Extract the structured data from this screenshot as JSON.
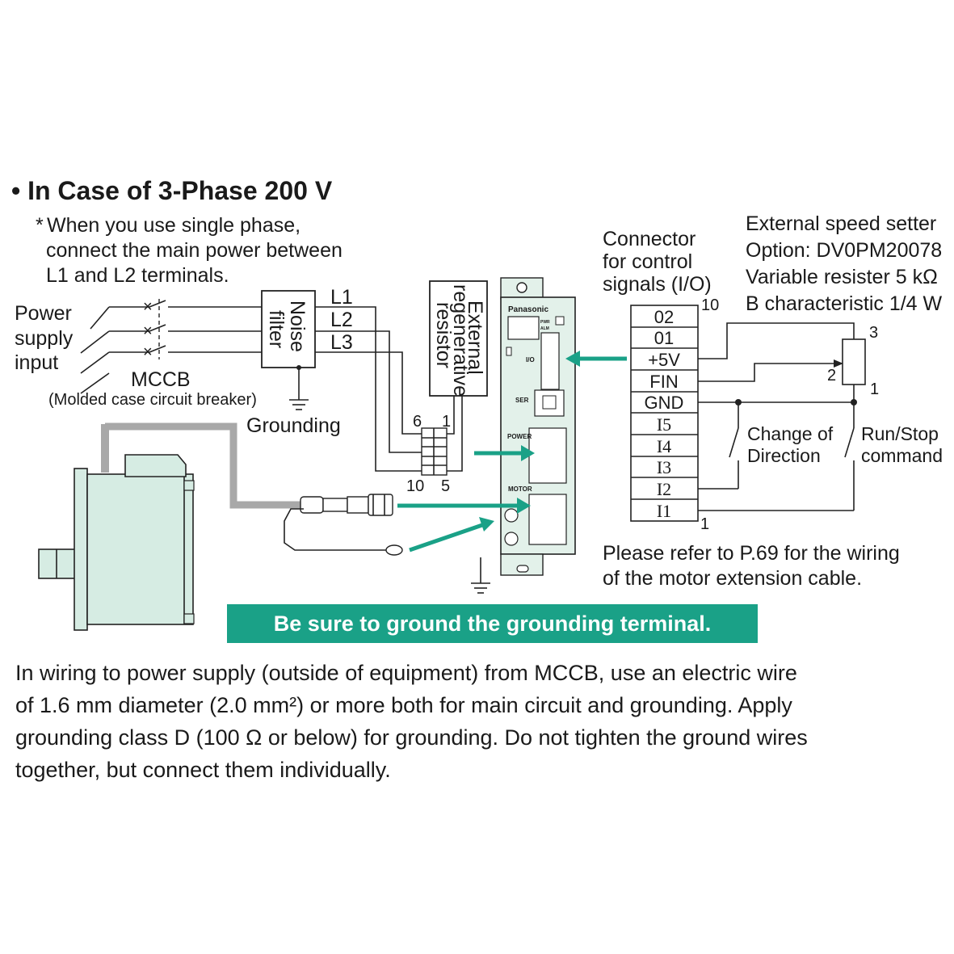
{
  "heading": "• In Case of 3-Phase 200 V",
  "note": {
    "asterisk": "*",
    "line1": "When you use single phase,",
    "line2": "connect the main power between",
    "line3": "L1 and L2 terminals."
  },
  "power_supply": [
    "Power",
    "supply",
    "input"
  ],
  "mccb": {
    "label": "MCCB",
    "description": "(Molded case circuit breaker)"
  },
  "noise_filter": [
    "Noise",
    "filter"
  ],
  "lines": [
    "L1",
    "L2",
    "L3"
  ],
  "grounding_label": "Grounding",
  "resistor": [
    "External",
    "regenerative",
    "resistor"
  ],
  "power_connector_pins": {
    "p6": "6",
    "p1": "1",
    "p10": "10",
    "p5": "5"
  },
  "driver": {
    "brand": "Panasonic",
    "led_pwr": "PWR",
    "led_alm": "ALM",
    "io": "I/O",
    "ser": "SER",
    "power": "POWER",
    "motor": "MOTOR"
  },
  "connector_title": [
    "Connector",
    "for control",
    "signals (I/O)"
  ],
  "connector_pins": [
    "02",
    "01",
    "+5V",
    "FIN",
    "GND",
    "I5",
    "I4",
    "I3",
    "I2",
    "I1"
  ],
  "connector_pin_numbers": {
    "top": "10",
    "bottom": "1"
  },
  "speed_setter": [
    "External speed setter",
    "Option: DV0PM20078",
    "Variable resister 5 kΩ",
    "B characteristic 1/4 W"
  ],
  "pot_pins": {
    "p3": "3",
    "p2": "2",
    "p1": "1"
  },
  "switches": {
    "direction": [
      "Change of",
      "Direction"
    ],
    "runstop": [
      "Run/Stop",
      "command"
    ]
  },
  "refer_note": [
    "Please refer to P.69 for the wiring",
    "of the motor extension cable."
  ],
  "banner": "Be sure to ground the grounding terminal.",
  "paragraph": [
    "In wiring to power supply (outside of equipment) from MCCB, use an electric wire",
    "of 1.6 mm diameter (2.0 mm²) or more both for main circuit and grounding. Apply",
    "grounding class D (100 Ω or below) for grounding. Do not tighten the ground wires",
    "together, but connect them individually."
  ],
  "colors": {
    "accent": "#1aa187",
    "motor_body": "#d6ece3",
    "driver_body": "#e3f1ea",
    "cable": "#a8a8a8"
  }
}
